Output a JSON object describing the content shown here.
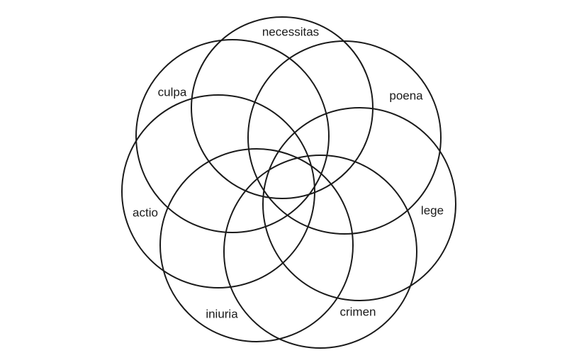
{
  "diagram": {
    "stroke_color": "#1a1a1a",
    "background_color": "#ffffff",
    "sets": [
      {
        "label": "necessitas"
      },
      {
        "label": "poena"
      },
      {
        "label": "lege"
      },
      {
        "label": "crimen"
      },
      {
        "label": "iniuria"
      },
      {
        "label": "actio"
      },
      {
        "label": "culpa"
      }
    ]
  }
}
